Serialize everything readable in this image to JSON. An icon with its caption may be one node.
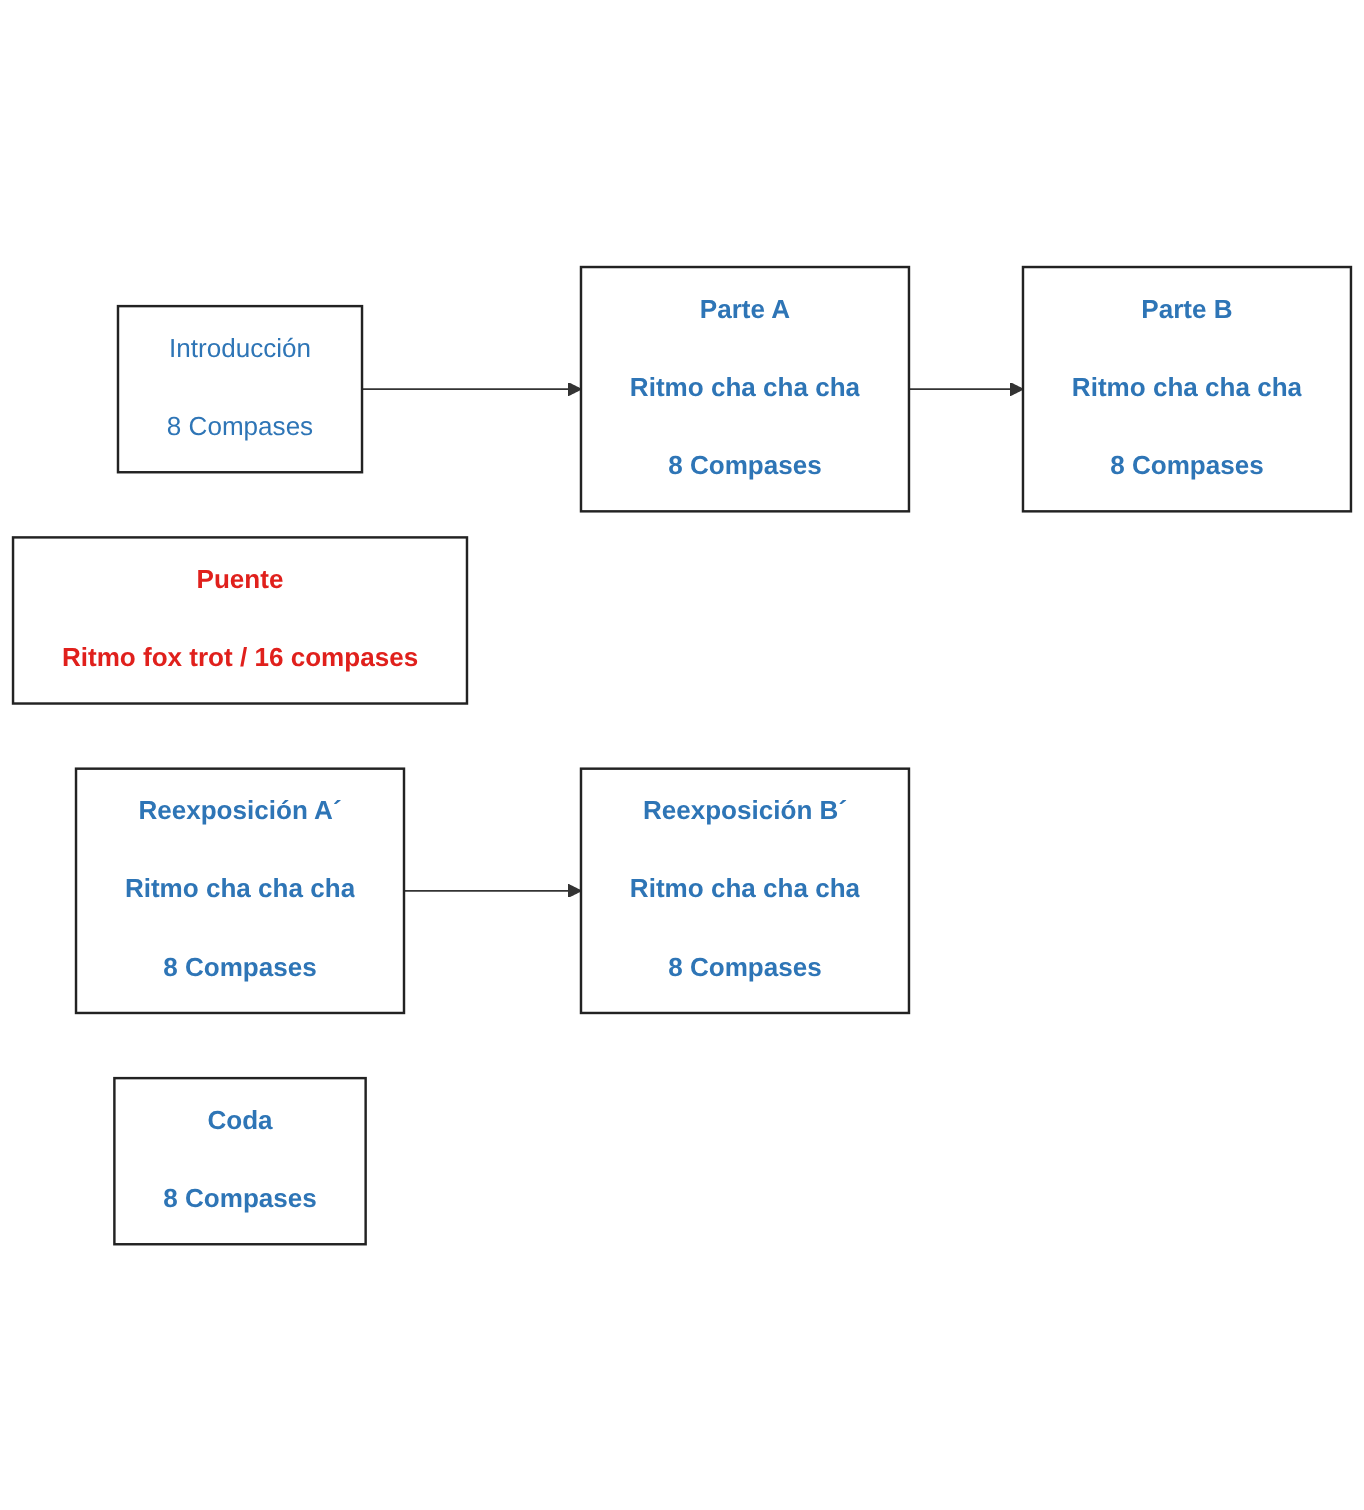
{
  "diagram": {
    "nodes": [
      {
        "text": [
          "Introducción",
          "8 Compases"
        ]
      },
      {
        "text": [
          "Parte A",
          "Ritmo cha cha cha",
          "8 Compases"
        ]
      },
      {
        "text": [
          "Parte B",
          "Ritmo cha cha cha",
          "8 Compases"
        ]
      },
      {
        "text": [
          "Puente",
          "Ritmo fox trot / 16 compases"
        ]
      },
      {
        "text": [
          "Reexposición A´",
          "Ritmo cha cha cha",
          "8 Compases"
        ]
      },
      {
        "text": [
          "Reexposición B´",
          "Ritmo cha cha cha",
          "8 Compases"
        ]
      },
      {
        "text": [
          "Coda",
          "8 Compases"
        ]
      }
    ],
    "edges": [
      {
        "from": 0,
        "to": 1,
        "arrow": "to"
      },
      {
        "from": 1,
        "to": 2,
        "arrow": "to"
      },
      {
        "from": 4,
        "to": 5,
        "arrow": "to"
      }
    ]
  }
}
